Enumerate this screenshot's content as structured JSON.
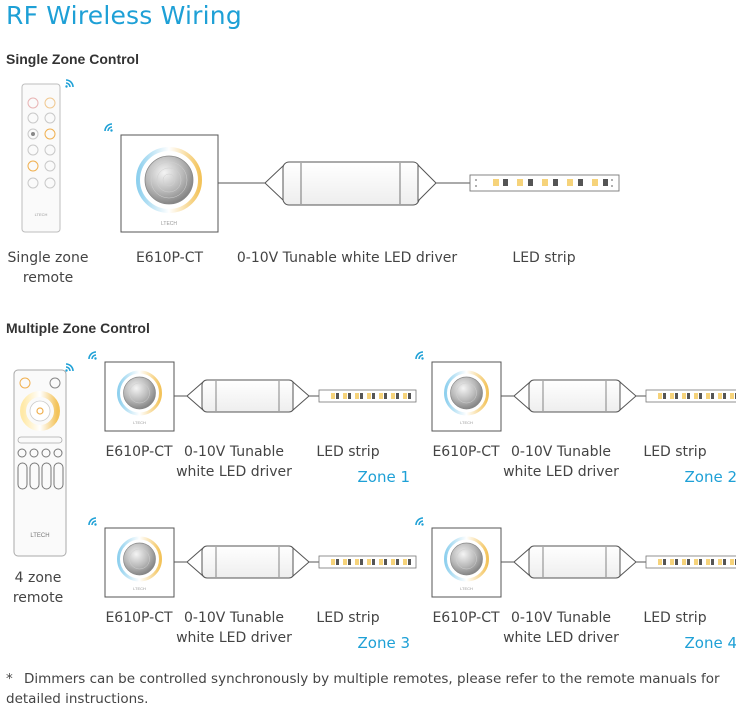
{
  "title": "RF Wireless  Wiring",
  "single": {
    "heading": "Single Zone Control",
    "remote_label": "Single zone\nremote",
    "panel_label": "E610P-CT",
    "driver_label": "0-10V Tunable white LED driver",
    "strip_label": "LED strip",
    "brand": "LTECH"
  },
  "multi": {
    "heading": "Multiple Zone Control",
    "remote_label": "4 zone\nremote",
    "brand": "LTECH",
    "zones": [
      {
        "panel_label": "E610P-CT",
        "driver_label": "0-10V Tunable\nwhite LED driver",
        "strip_label": "LED strip",
        "zone_label": "Zone 1"
      },
      {
        "panel_label": "E610P-CT",
        "driver_label": "0-10V Tunable\nwhite LED driver",
        "strip_label": "LED strip",
        "zone_label": "Zone 2"
      },
      {
        "panel_label": "E610P-CT",
        "driver_label": "0-10V Tunable\nwhite LED driver",
        "strip_label": "LED strip",
        "zone_label": "Zone 3"
      },
      {
        "panel_label": "E610P-CT",
        "driver_label": "0-10V Tunable\nwhite LED driver",
        "strip_label": "LED strip",
        "zone_label": "Zone 4"
      }
    ]
  },
  "note": {
    "symbol": "*",
    "text": "Dimmers can be controlled synchronously by multiple remotes, please refer to the remote manuals for detailed instructions."
  },
  "colors": {
    "accent": "#1ea0d6",
    "line": "#555555",
    "warm": "#f3c35a",
    "cool": "#8ed0ee"
  },
  "icons": [
    "wireless-signal-icon",
    "remote-icon",
    "dimmer-panel-icon",
    "led-driver-icon",
    "led-strip-icon"
  ]
}
